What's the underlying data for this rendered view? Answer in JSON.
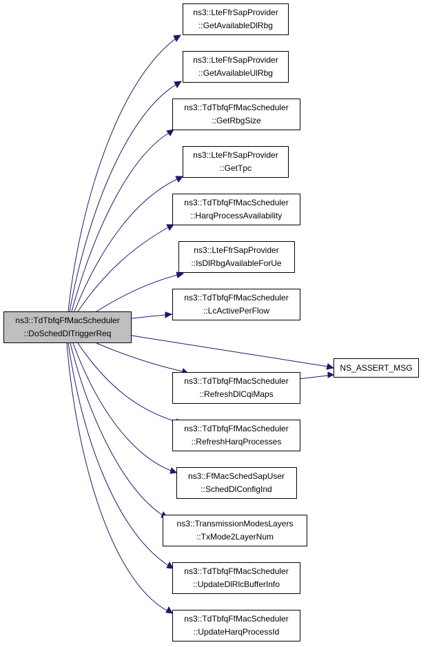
{
  "graph": {
    "root": {
      "line1": "ns3::TdTbfqFfMacScheduler",
      "line2": "::DoSchedDlTriggerReq"
    },
    "callees": [
      {
        "id": "getavailabledlrbg",
        "line1": "ns3::LteFfrSapProvider",
        "line2": "::GetAvailableDlRbg"
      },
      {
        "id": "getavailableulrbg",
        "line1": "ns3::LteFfrSapProvider",
        "line2": "::GetAvailableUlRbg"
      },
      {
        "id": "getrbgsize",
        "line1": "ns3::TdTbfqFfMacScheduler",
        "line2": "::GetRbgSize"
      },
      {
        "id": "gettpc",
        "line1": "ns3::LteFfrSapProvider",
        "line2": "::GetTpc"
      },
      {
        "id": "harqprocessavailability",
        "line1": "ns3::TdTbfqFfMacScheduler",
        "line2": "::HarqProcessAvailability"
      },
      {
        "id": "isdlrbgavailableforue",
        "line1": "ns3::LteFfrSapProvider",
        "line2": "::IsDlRbgAvailableForUe"
      },
      {
        "id": "lcactiveperflow",
        "line1": "ns3::TdTbfqFfMacScheduler",
        "line2": "::LcActivePerFlow"
      },
      {
        "id": "refreshdlcqimaps",
        "line1": "ns3::TdTbfqFfMacScheduler",
        "line2": "::RefreshDlCqiMaps"
      },
      {
        "id": "refreshharqprocesses",
        "line1": "ns3::TdTbfqFfMacScheduler",
        "line2": "::RefreshHarqProcesses"
      },
      {
        "id": "scheddlconfigind",
        "line1": "ns3::FfMacSchedSapUser",
        "line2": "::SchedDlConfigInd"
      },
      {
        "id": "txmode2layernum",
        "line1": "ns3::TransmissionModesLayers",
        "line2": "::TxMode2LayerNum"
      },
      {
        "id": "updatedlrlcbufferinfo",
        "line1": "ns3::TdTbfqFfMacScheduler",
        "line2": "::UpdateDlRlcBufferInfo"
      },
      {
        "id": "updateharqprocessid",
        "line1": "ns3::TdTbfqFfMacScheduler",
        "line2": "::UpdateHarqProcessId"
      }
    ],
    "assert": {
      "label": "NS_ASSERT_MSG"
    }
  }
}
